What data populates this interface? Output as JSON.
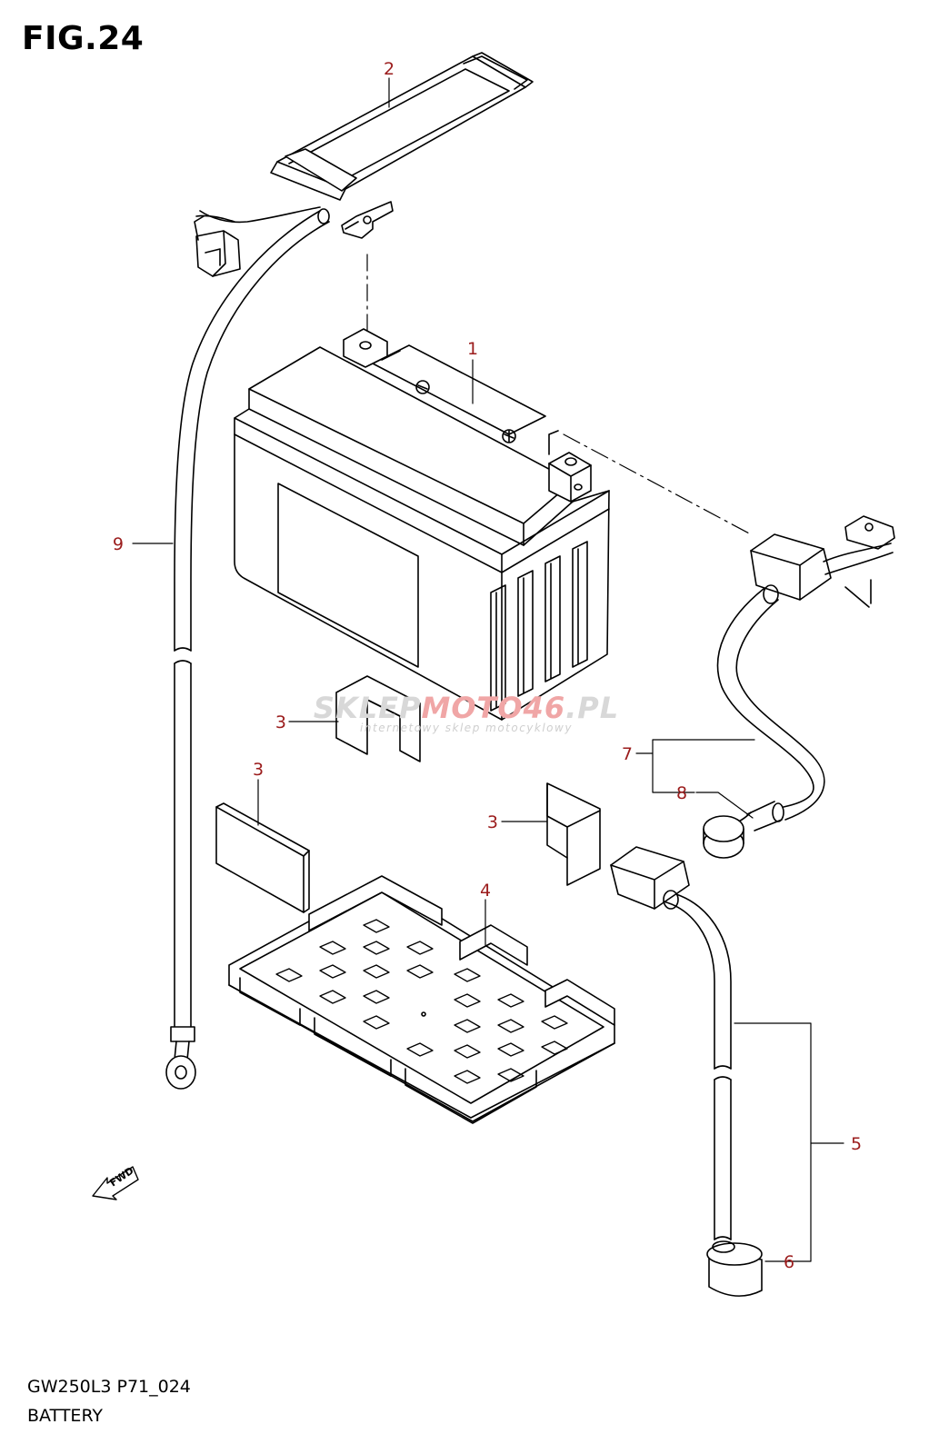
{
  "header": {
    "figure_title": "FIG.24"
  },
  "footer": {
    "model_code": "GW250L3 P71_024",
    "diagram_name": "BATTERY"
  },
  "watermark": {
    "brand_prefix": "SKLEP",
    "brand_highlight": "MOTO46",
    "brand_suffix": ".PL",
    "tagline": "internetowy sklep motocyklowy"
  },
  "fwd_label": "FWD",
  "callouts": {
    "battery": "1",
    "strap": "2",
    "pad_upper": "3",
    "pad_left": "3",
    "pad_right": "3",
    "tray": "4",
    "negative_lead": "5",
    "negative_cap": "6",
    "positive_lead": "7",
    "positive_cap": "8",
    "ground_wire": "9"
  },
  "colors": {
    "callout": "#9b1c1c",
    "line": "#000000",
    "watermark_highlight": "#f0a6a6"
  }
}
